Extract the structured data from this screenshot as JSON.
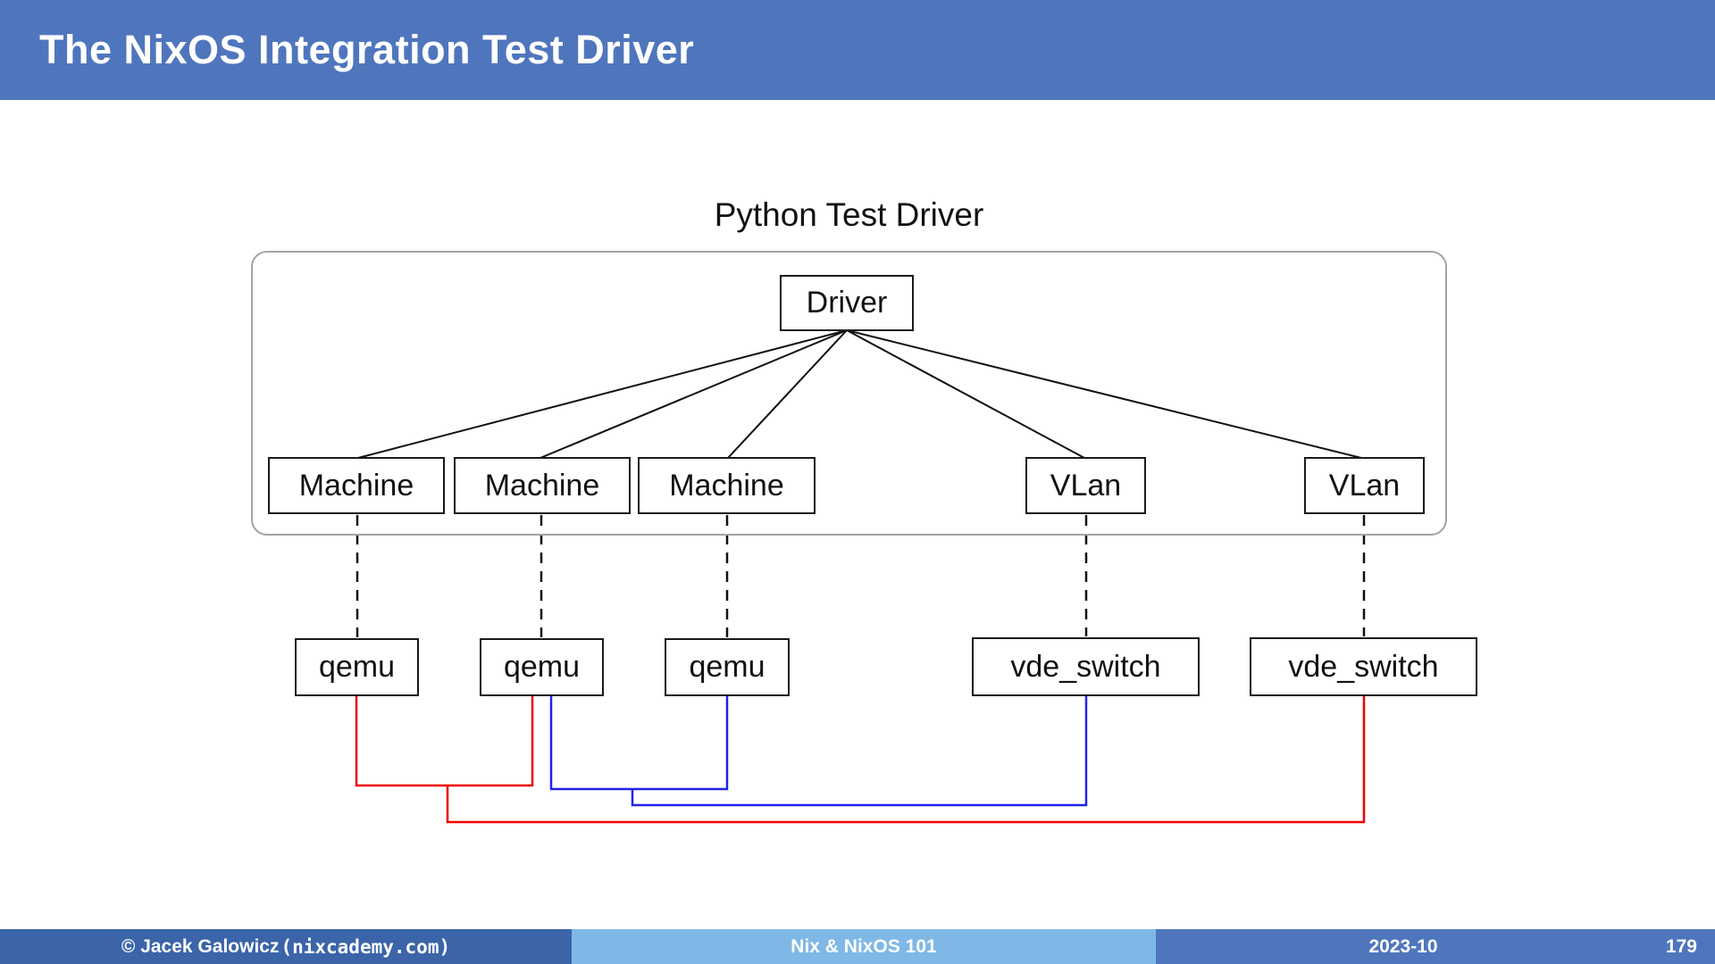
{
  "header": {
    "title": "The NixOS Integration Test Driver",
    "bg_color": "#4f76bd"
  },
  "diagram": {
    "caption": "Python Test Driver",
    "driver": {
      "label": "Driver"
    },
    "top_row": [
      {
        "label": "Machine"
      },
      {
        "label": "Machine"
      },
      {
        "label": "Machine"
      },
      {
        "label": "VLan"
      },
      {
        "label": "VLan"
      }
    ],
    "bottom_row": [
      {
        "label": "qemu"
      },
      {
        "label": "qemu"
      },
      {
        "label": "qemu"
      },
      {
        "label": "vde_switch"
      },
      {
        "label": "vde_switch"
      }
    ],
    "colors": {
      "red_wire": "#ee0000",
      "blue_wire": "#2222ee",
      "box_border": "#1a1a1a",
      "container_border": "#a3a3a3",
      "fan_line": "#111111"
    }
  },
  "footer": {
    "author_prefix": "© Jacek Galowicz",
    "author_site": "(nixcademy.com)",
    "course_title": "Nix & NixOS 101",
    "date": "2023-10",
    "page_number": "179",
    "left_bg": "#3b64a9",
    "middle_bg": "#7fb8e6",
    "right_bg": "#4f76bd"
  }
}
